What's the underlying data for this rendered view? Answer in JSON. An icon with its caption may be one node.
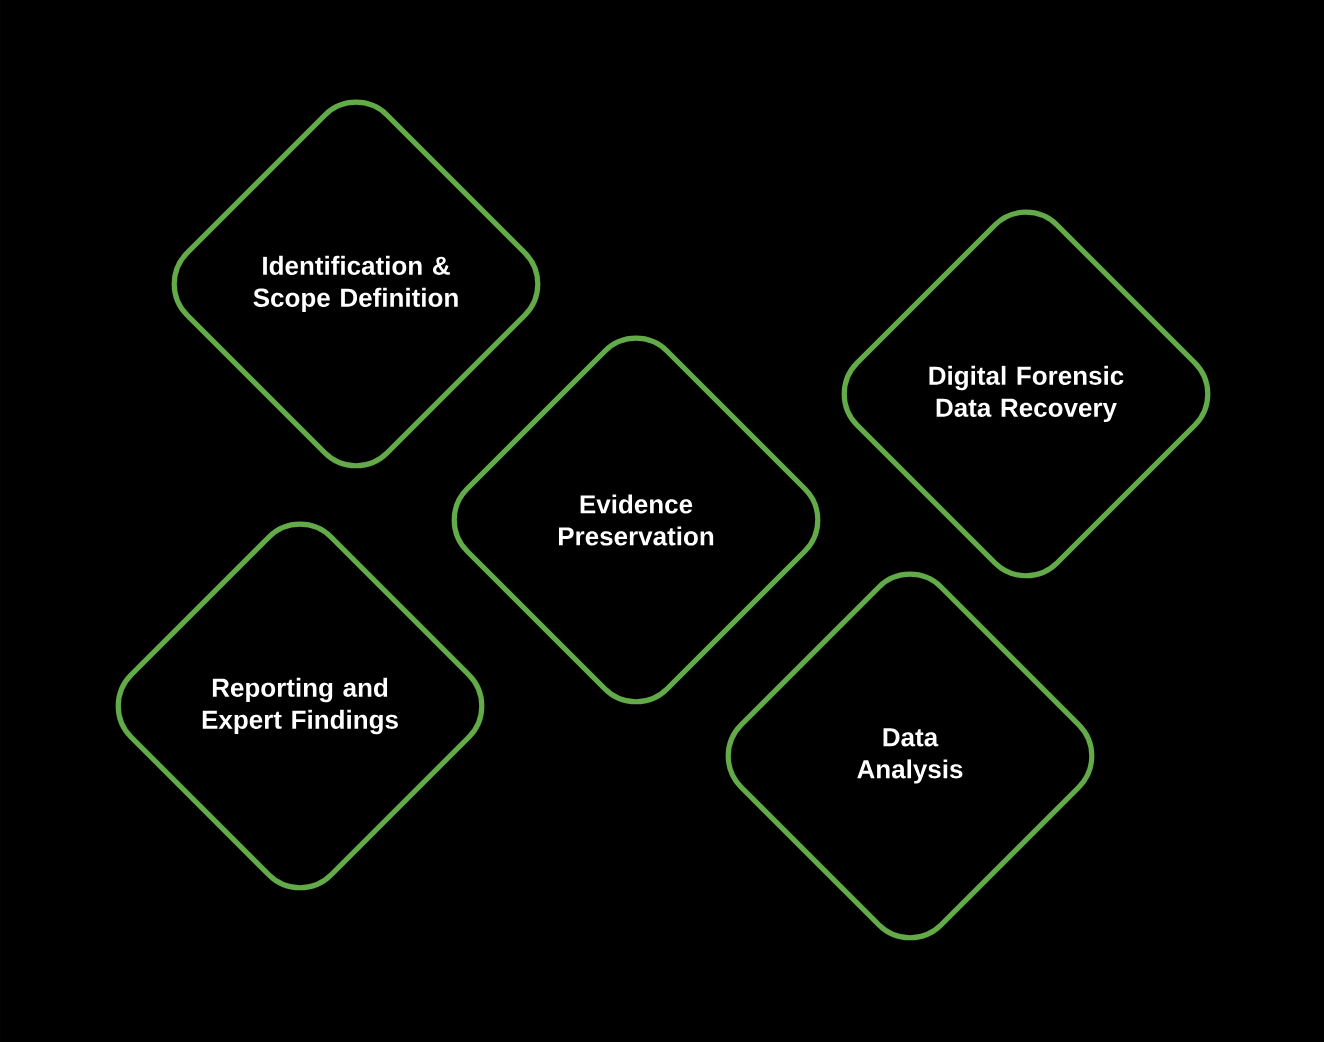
{
  "diagram": {
    "nodes": [
      {
        "text": [
          "Identification & Scope Definition"
        ]
      },
      {
        "text": [
          "Evidence Preservation"
        ]
      },
      {
        "text": [
          "Digital Forensic Data Recovery"
        ]
      },
      {
        "text": [
          "Reporting and Expert Findings"
        ]
      },
      {
        "text": [
          "Data Analysis"
        ]
      }
    ]
  }
}
